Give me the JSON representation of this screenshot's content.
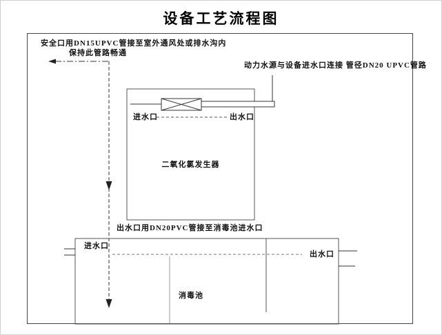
{
  "title": "设备工艺流程图",
  "annotations": {
    "safety_line1": "安全口用DN15UPVC管接至室外通风处或排水沟内",
    "safety_line2": "保持此管路畅通",
    "power_source": "动力水源与设备进水口连接 管径DN20 UPVC管路",
    "outlet_pipe_note": "出水口用DN20PVC管接至消毒池进水口"
  },
  "generator": {
    "inlet_label": "进水口",
    "outlet_label": "出水口",
    "name": "二氧化氯发生器"
  },
  "pool": {
    "inlet_label": "进水口",
    "outlet_label": "出水口",
    "name": "消毒池"
  },
  "colors": {
    "line": "#333333",
    "frame": "#444444",
    "text": "#111111"
  }
}
